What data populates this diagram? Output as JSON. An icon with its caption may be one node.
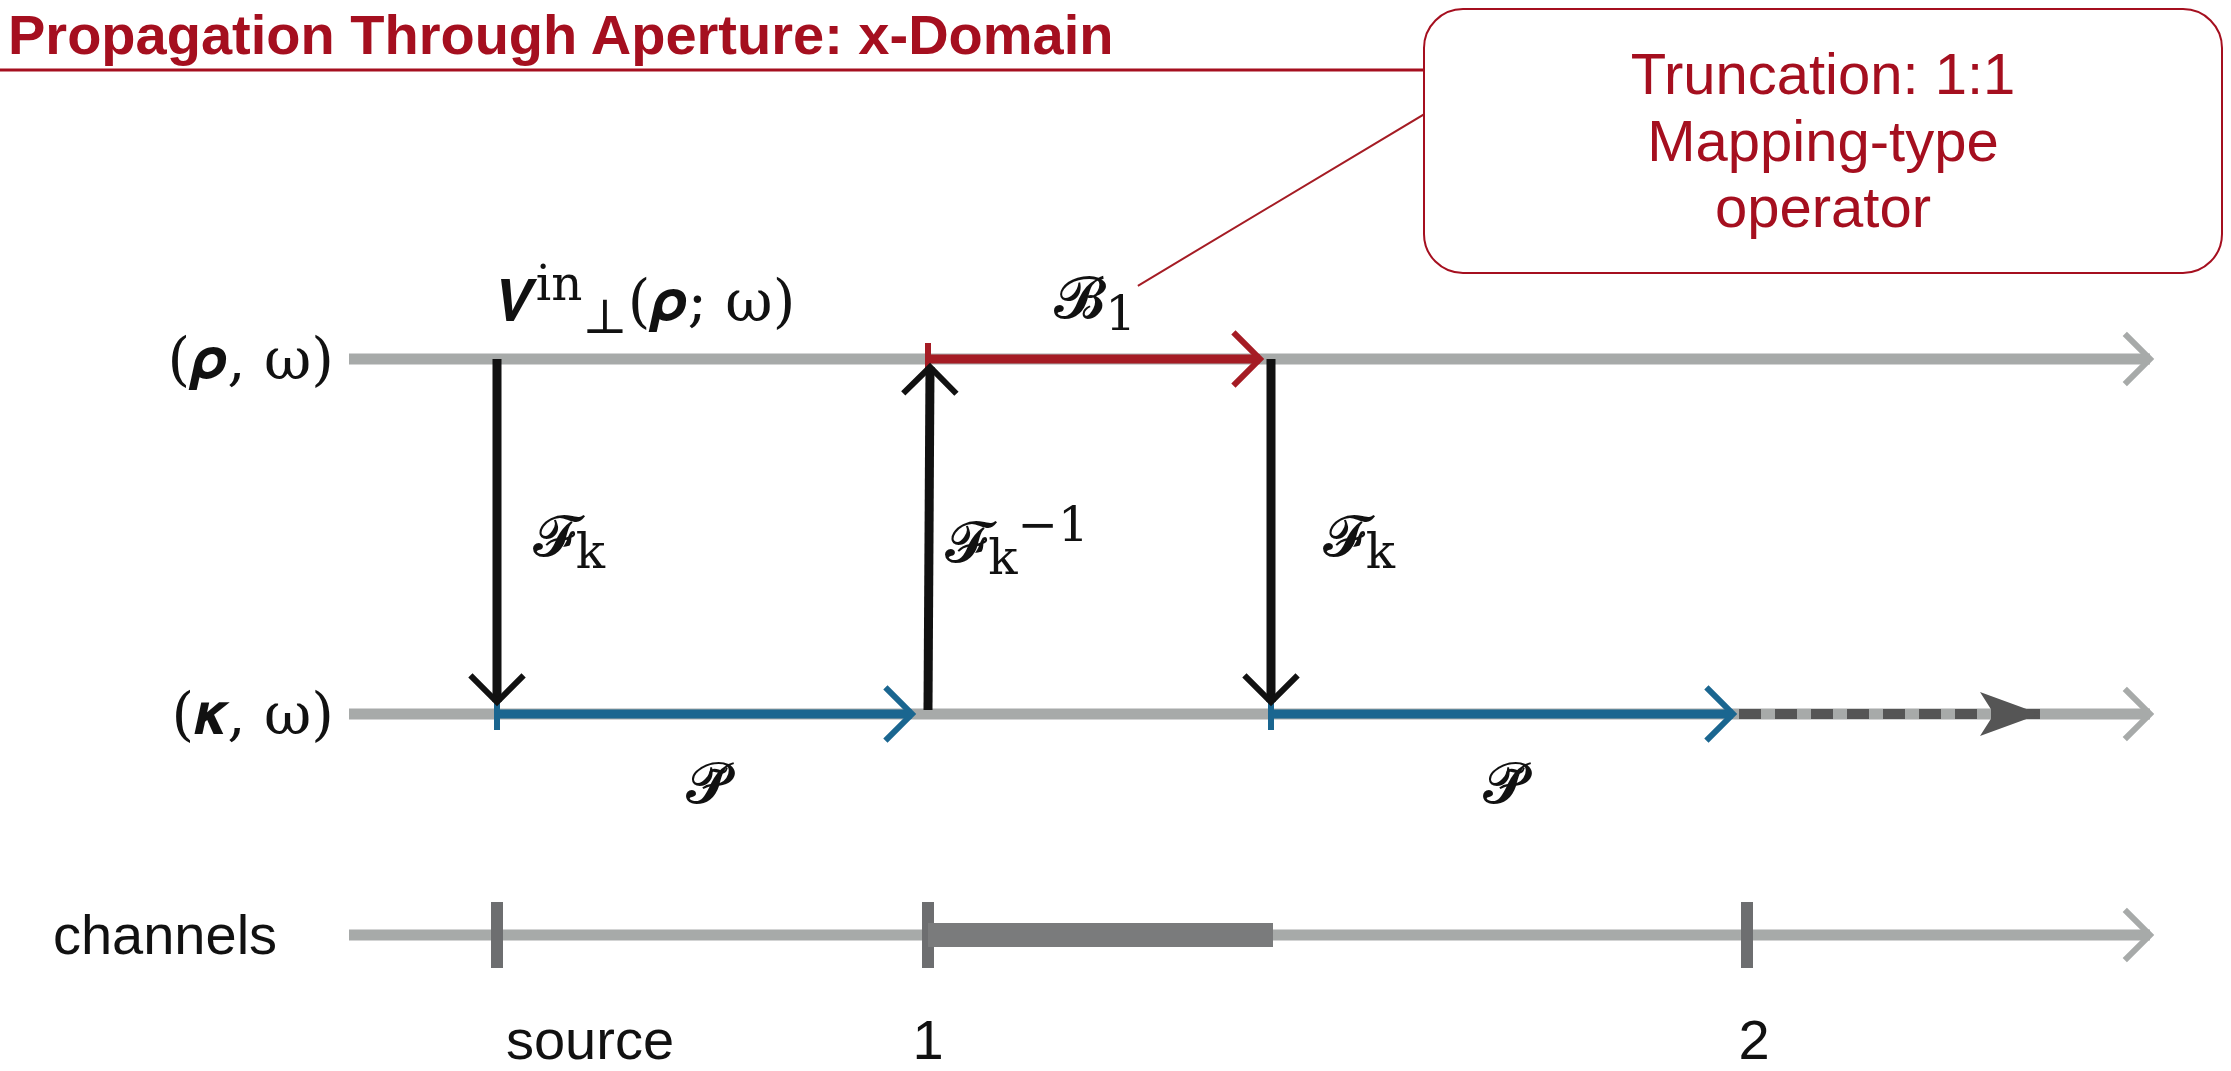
{
  "diagram": {
    "title": "Propagation Through Aperture: x-Domain",
    "nodes": [
      {
        "text": [
          "Truncation: 1:1 Mapping-type operator"
        ]
      },
      {
        "text": [
          "𝓑$_{1}$"
        ]
      },
      {
        "text": [],
        "shape": "bar"
      }
    ],
    "edges": [
      {
        "from": 0,
        "to": 1,
        "arrow": "none"
      }
    ],
    "labels": [
      "𝑽$^{in}$$_{⊥}$(𝝆; ω)",
      "(𝝆, ω)",
      "𝓕$_{k}$",
      "𝓕$_{k}$$^{−1}$",
      "𝓕$_{k}$",
      "(𝜿, ω)",
      "𝓟̃",
      "𝓟̃",
      "channels",
      "source",
      "1",
      "2"
    ]
  }
}
